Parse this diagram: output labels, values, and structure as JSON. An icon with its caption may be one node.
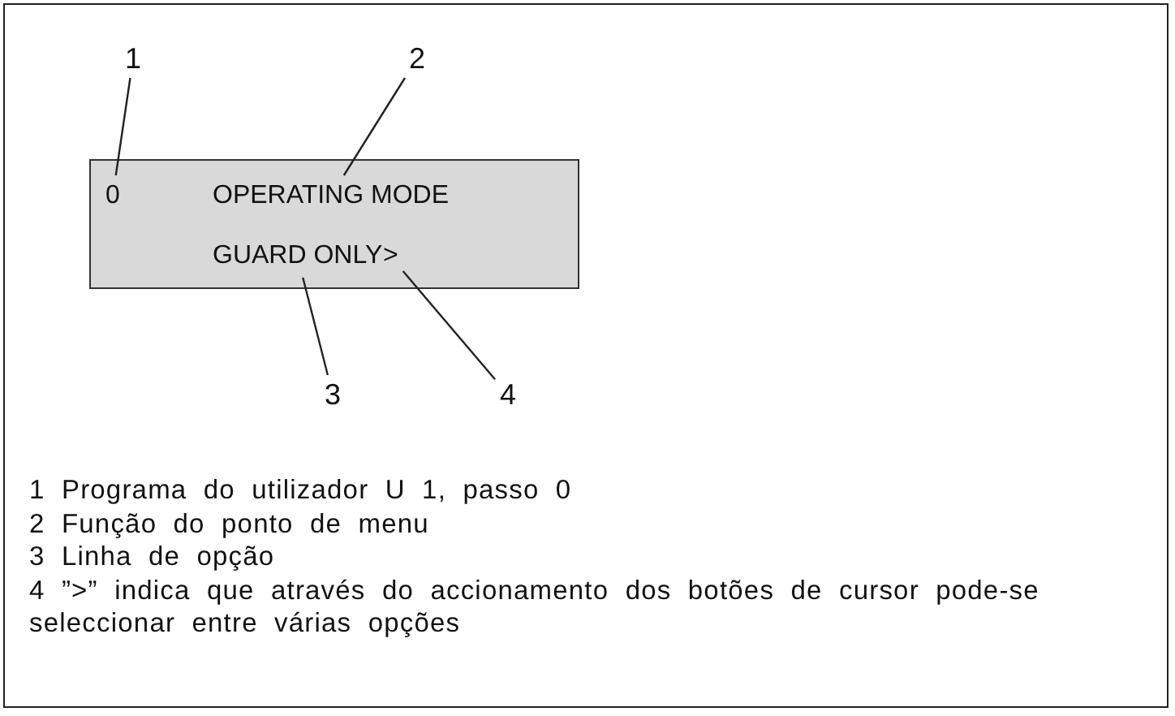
{
  "diagram": {
    "nodes": [
      {
        "text": [
          "1"
        ]
      },
      {
        "text": [
          "2"
        ]
      },
      {
        "text": [],
        "shape": "box"
      },
      {
        "text": [
          "0"
        ],
        "in": 2
      },
      {
        "text": [
          "OPERATING MODE"
        ],
        "in": 2
      },
      {
        "text": [
          "GUARD ONLY"
        ],
        "in": 2
      },
      {
        "text": [
          ">"
        ],
        "in": 2
      },
      {
        "text": [
          "3"
        ]
      },
      {
        "text": [
          "4"
        ]
      }
    ],
    "edges": [
      {
        "from": 0,
        "to": 3,
        "arrow": "none"
      },
      {
        "from": 1,
        "to": 4,
        "arrow": "none"
      },
      {
        "from": 7,
        "to": 5,
        "arrow": "none"
      },
      {
        "from": 8,
        "to": 6,
        "arrow": "none"
      }
    ],
    "labels": [
      "1 Programa do utilizador U 1, passo 0",
      "2 Função do ponto de menu",
      "3 Linha de opção",
      "4 ”>” indica que através do accionamento dos botões de cursor pode-se seleccionar entre várias opções"
    ]
  }
}
